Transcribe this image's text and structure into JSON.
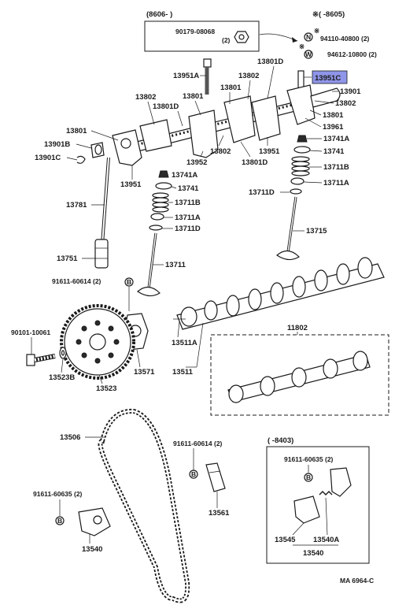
{
  "labels": {
    "date_range_top": "(8606-      )",
    "date_range_right": "※(        -8605)",
    "p90179_08068": "90179-08068",
    "p90179_08068_qty": "(2)",
    "p94110_40800": "94110-40800 (2)",
    "p94612_10800": "94612-10800 (2)",
    "p13951A": "13951A",
    "p13801D_a": "13801D",
    "p13951C": "13951C",
    "p13802_a": "13802",
    "p13801_a": "13801",
    "p13802_b": "13802",
    "p13801_b": "13801",
    "p13801D_b": "13801D",
    "p13901": "13901",
    "p13802_c": "13802",
    "p13801_c": "13801",
    "p13961": "13961",
    "p13801_d": "13801",
    "p13901B": "13901B",
    "p13901C": "13901C",
    "p13802_d": "13802",
    "p13952": "13952",
    "p13801D_c": "13801D",
    "p13951_a": "13951",
    "p13951_b": "13951",
    "p13741A_a": "13741A",
    "p13741_a": "13741",
    "p13711B_a": "13711B",
    "p13711A_a": "13711A",
    "p13711D_a": "13711D",
    "p13741A_b": "13741A",
    "p13741_b": "13741",
    "p13711B_b": "13711B",
    "p13711A_b": "13711A",
    "p13711D_b": "13711D",
    "p13781": "13781",
    "p13715": "13715",
    "p13751": "13751",
    "p13711": "13711",
    "p91611_60614_a": "91611-60614 (2)",
    "p90101_10061": "90101-10061",
    "p11802": "11802",
    "p13511A": "13511A",
    "p13511": "13511",
    "p13571": "13571",
    "p13523B": "13523B",
    "p13523": "13523",
    "p13506": "13506",
    "p91611_60614_b": "91611-60614 (2)",
    "date_range_bottom": "(        -8403)",
    "p91611_60635_a": "91611-60635 (2)",
    "p91611_60635_b": "91611-60635 (2)",
    "p13561": "13561",
    "p13540_a": "13540",
    "p13545": "13545",
    "p13540A": "13540A",
    "p13540_b": "13540",
    "figure_code": "MA  6964-C"
  },
  "markers": {
    "n": "N",
    "w": "W",
    "b": "B",
    "star": "※"
  },
  "highlight_color": "#8f95e8"
}
